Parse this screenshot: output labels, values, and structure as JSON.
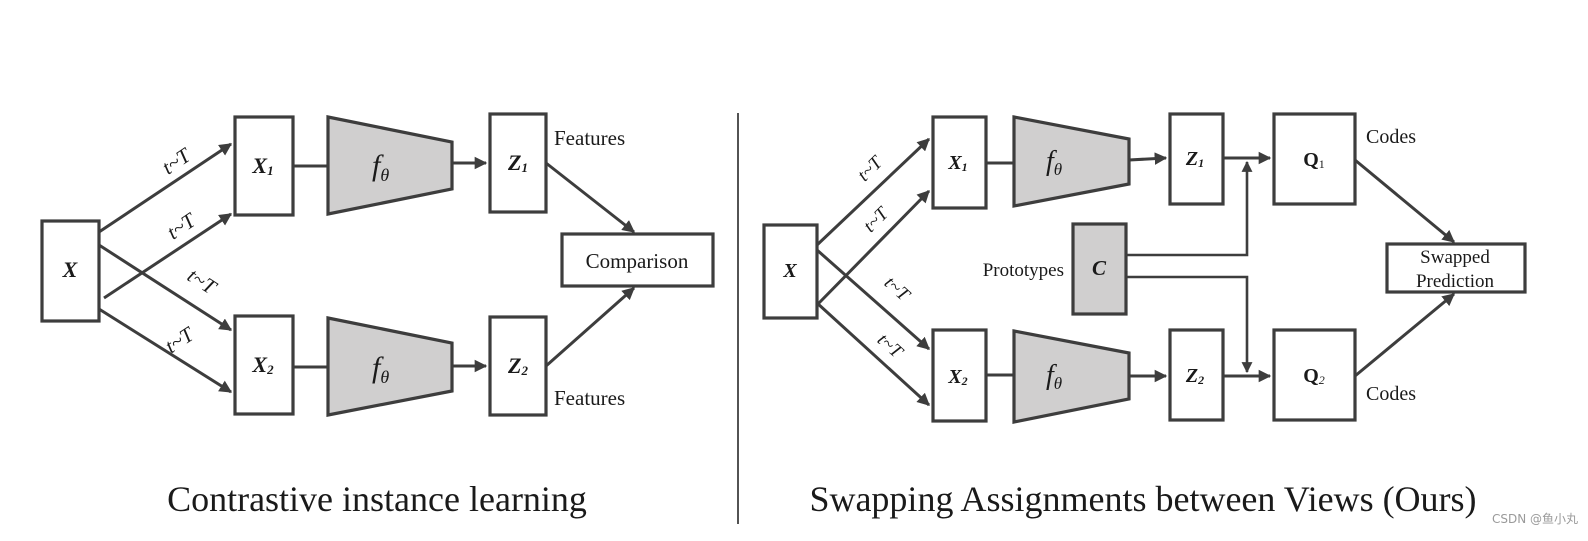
{
  "left_panel": {
    "caption": "Contrastive instance learning",
    "input_label": "X",
    "view1_label": "X",
    "view1_sub": "1",
    "view2_label": "X",
    "view2_sub": "2",
    "encoder_label": "f",
    "encoder_sub": "θ",
    "z1_label": "Z",
    "z1_sub": "1",
    "z2_label": "Z",
    "z2_sub": "2",
    "features_top": "Features",
    "features_bottom": "Features",
    "comparison": "Comparison",
    "transform_label": "t~T"
  },
  "right_panel": {
    "caption": "Swapping Assignments between Views (Ours)",
    "input_label": "X",
    "view1_label": "X",
    "view1_sub": "1",
    "view2_label": "X",
    "view2_sub": "2",
    "encoder_label": "f",
    "encoder_sub": "θ",
    "z1_label": "Z",
    "z1_sub": "1",
    "z2_label": "Z",
    "z2_sub": "2",
    "prototypes": "Prototypes",
    "prototypes_box": "C",
    "q1_label": "Q",
    "q1_sub": "1",
    "q2_label": "Q",
    "q2_sub": "2",
    "codes_top": "Codes",
    "codes_bottom": "Codes",
    "swapped_line1": "Swapped",
    "swapped_line2": "Prediction",
    "transform_label": "t~T"
  },
  "watermark": "CSDN @鱼小丸",
  "colors": {
    "stroke": "#3d3d3d",
    "encoder_fill": "#d0cfcf",
    "text": "#1a1a1a"
  }
}
